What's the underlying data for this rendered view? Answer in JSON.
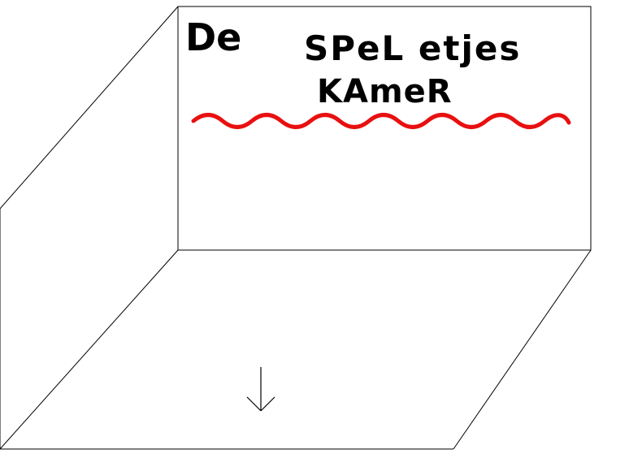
{
  "title": {
    "word_1": "De",
    "word_2": "SPeL etjes",
    "word_3": "KAmeR"
  },
  "navigation": {
    "down_arrow_glyph": "↓"
  },
  "colors": {
    "background": "#ffffff",
    "lines": "#000000",
    "title_text": "#000000",
    "underline": "#e81010"
  }
}
